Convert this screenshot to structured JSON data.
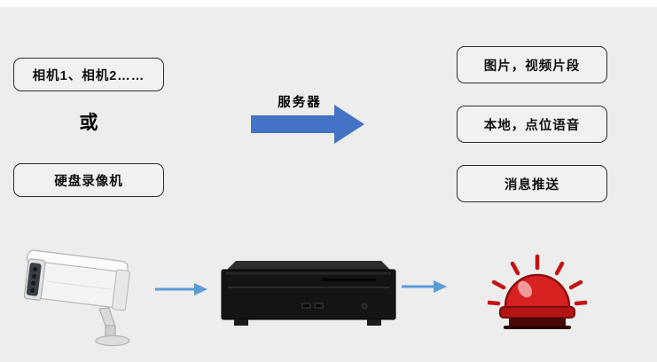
{
  "sources": {
    "cameras_label": "相机1、相机2……",
    "or_label": "或",
    "dvr_label": "硬盘录像机"
  },
  "server": {
    "label": "服务器"
  },
  "outputs": {
    "media_label": "图片，视频片段",
    "audio_label": "本地，点位语音",
    "push_label": "消息推送"
  },
  "icons": {
    "camera": "surveillance-camera-image",
    "server_box": "server-chassis-image",
    "alarm": "alarm-siren-image",
    "block_arrow": "right-block-arrow",
    "line_arrows": "right-line-arrow"
  },
  "colors": {
    "background": "#ededed",
    "block_arrow_blue": "#4472c4",
    "line_arrow_blue": "#5b9bd5",
    "alarm_red": "#d92121",
    "box_border": "#2d2d2d"
  }
}
